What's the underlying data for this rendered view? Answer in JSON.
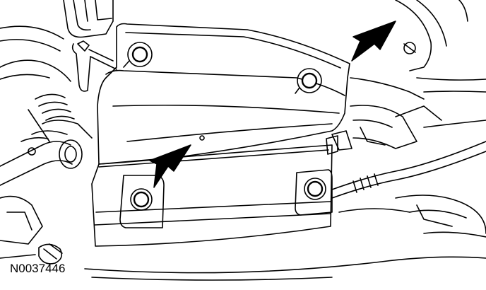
{
  "figure": {
    "reference_code": "N0037446"
  },
  "colors": {
    "line": "#000000",
    "background": "#ffffff"
  },
  "callouts": [
    {
      "name": "callout-arrow-upper-right-fastener",
      "icon": "arrow-icon"
    },
    {
      "name": "callout-arrow-lower-left-fastener",
      "icon": "arrow-icon"
    }
  ],
  "fasteners": [
    {
      "name": "bolt-upper-left"
    },
    {
      "name": "bolt-upper-center"
    },
    {
      "name": "bolt-lower-left"
    },
    {
      "name": "bolt-lower-right"
    }
  ]
}
